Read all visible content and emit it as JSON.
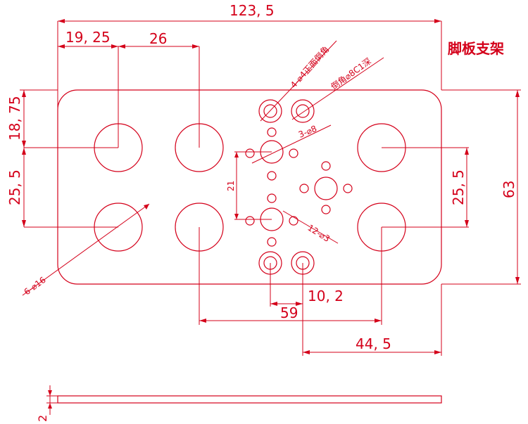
{
  "title": "脚板支架",
  "dimensions": {
    "overall_width": "123, 5",
    "left_offset": "19, 25",
    "hole_spacing_x": "26",
    "top_offset": "18, 75",
    "hole_spacing_y_left": "25, 5",
    "hole_spacing_y_right": "25, 5",
    "overall_height": "63",
    "center_spacing": "59",
    "right_offset": "44, 5",
    "small_pair_spacing": "10, 2",
    "vertical_21": "21",
    "thickness": "2"
  },
  "notes": {
    "chamfer_holes": "4-⌀4正面倒角",
    "chamfer_spec": "倒角⌀8C1深",
    "three_holes": "3-⌀8",
    "twelve_holes": "12-⌀3",
    "six_holes": "6-⌀16"
  },
  "colors": {
    "drawing": "#d4001a",
    "background": "#ffffff"
  }
}
